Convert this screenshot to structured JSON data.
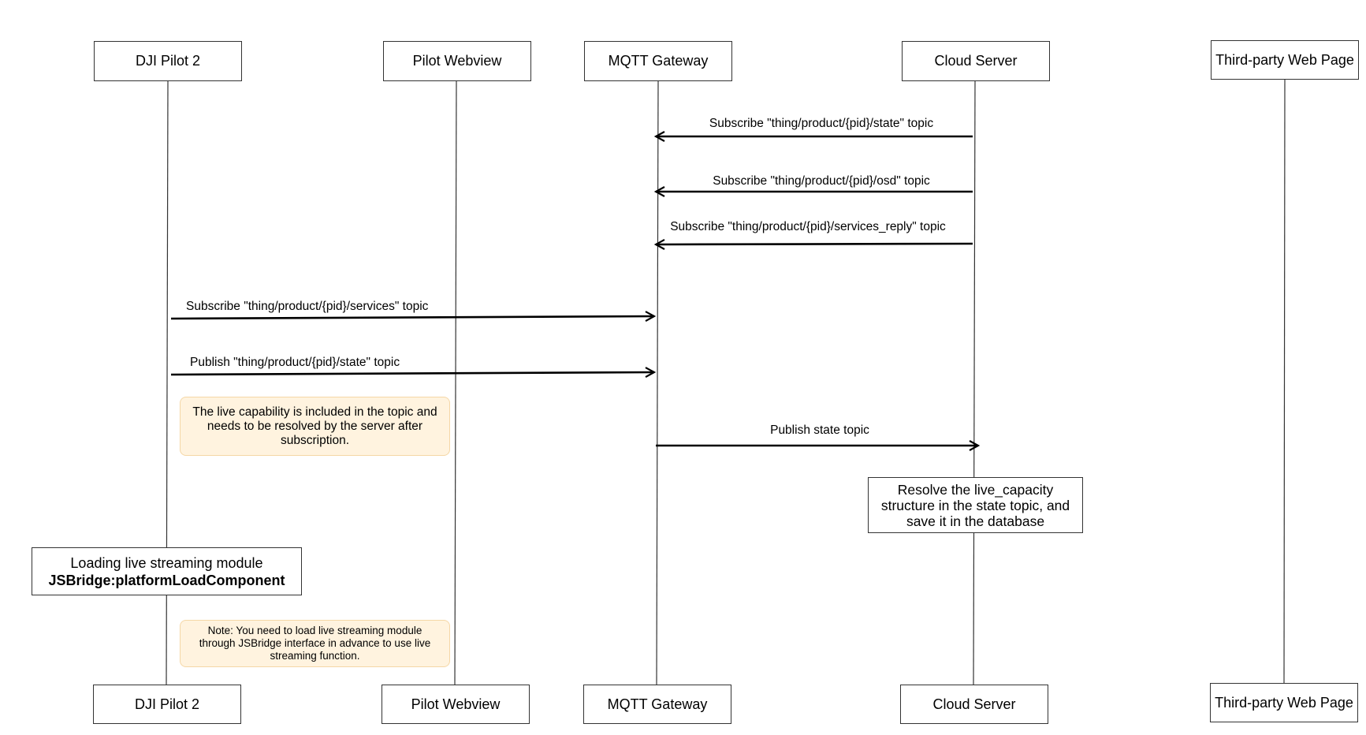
{
  "actors": [
    {
      "id": "pilot",
      "label": "DJI Pilot 2"
    },
    {
      "id": "webview",
      "label": "Pilot Webview"
    },
    {
      "id": "mqtt",
      "label": "MQTT Gateway"
    },
    {
      "id": "cloud",
      "label": "Cloud Server"
    },
    {
      "id": "thirdparty",
      "label": "Third-party Web Page"
    }
  ],
  "messages": [
    {
      "label": "Subscribe  \"thing/product/{pid}/state\" topic"
    },
    {
      "label": "Subscribe  \"thing/product/{pid}/osd\" topic"
    },
    {
      "label": "Subscribe  \"thing/product/{pid}/services_reply\" topic"
    },
    {
      "label": "Subscribe  \"thing/product/{pid}/services\" topic"
    },
    {
      "label": "Publish \"thing/product/{pid}/state\" topic"
    },
    {
      "label": "Publish state topic"
    }
  ],
  "notes": {
    "live_capability": "The live capability is included in the topic and needs to be resolved by the server after subscription.",
    "load_module": "Note: You need to load live streaming module through JSBridge interface in advance to use live streaming function."
  },
  "process": {
    "resolve": "Resolve the live_capacity structure in the state topic, and save it in the database",
    "loading_line1": "Loading live streaming module",
    "loading_line2": "JSBridge:platformLoadComponent"
  },
  "colors": {
    "note_fill": "#fff3df",
    "note_border": "#f5d7a6",
    "line": "#000000"
  }
}
